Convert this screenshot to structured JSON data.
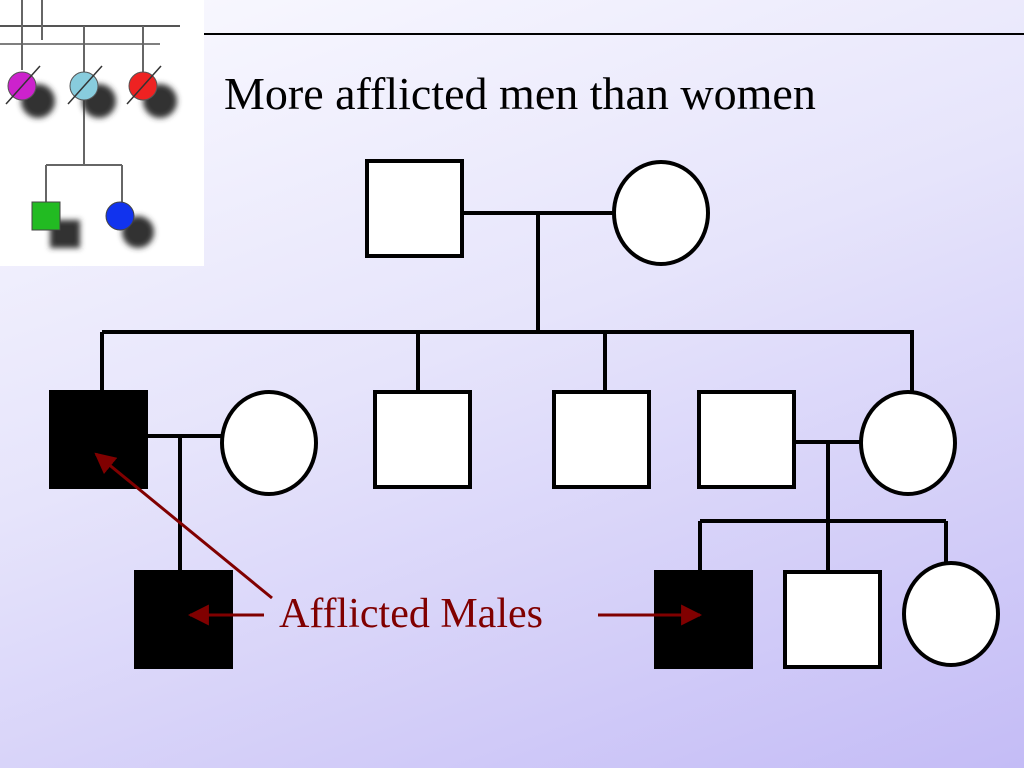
{
  "slide": {
    "title": "More afflicted men than women",
    "callout_label": "Afflicted Males"
  },
  "colors": {
    "affected": "#000000",
    "unaffected": "#ffffff",
    "arrow": "#800000",
    "icon_magenta": "#cc22cc",
    "icon_cyan": "#88ccdd",
    "icon_red": "#ee2222",
    "icon_green": "#22bb22",
    "icon_blue": "#1133ee"
  },
  "pedigree": {
    "generation_1": [
      {
        "sex": "male",
        "affected": false
      },
      {
        "sex": "female",
        "affected": false
      }
    ],
    "generation_2": [
      {
        "sex": "male",
        "affected": true
      },
      {
        "sex": "female",
        "affected": false,
        "note": "spouse"
      },
      {
        "sex": "male",
        "affected": false
      },
      {
        "sex": "male",
        "affected": false
      },
      {
        "sex": "male",
        "affected": false,
        "note": "spouse"
      },
      {
        "sex": "female",
        "affected": false
      }
    ],
    "generation_3": [
      {
        "sex": "male",
        "affected": true
      },
      {
        "sex": "male",
        "affected": true
      },
      {
        "sex": "male",
        "affected": false
      },
      {
        "sex": "female",
        "affected": false
      }
    ]
  },
  "icons": [
    "pedigree-logo-icon"
  ]
}
